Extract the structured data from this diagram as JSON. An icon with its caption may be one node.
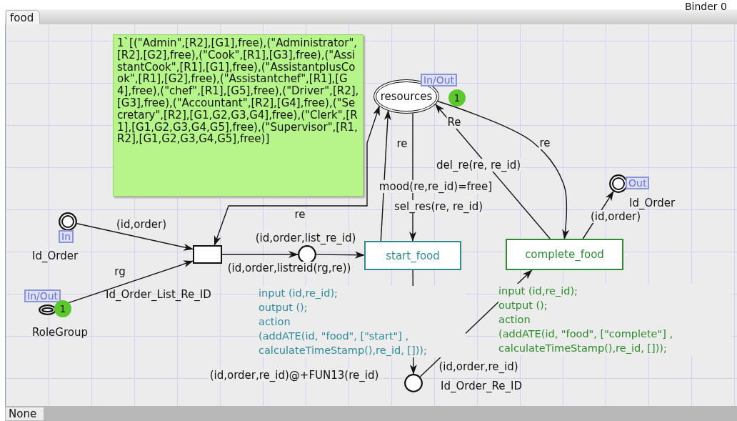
{
  "diagram": {
    "nodes": [
      {
        "text": [],
        "shape": "circle",
        "beside": [
          "In",
          "Id_Order"
        ]
      },
      {
        "text": [],
        "shape": "circle",
        "beside": [
          "In/Out",
          "1",
          "RoleGroup"
        ]
      },
      {
        "text": [],
        "shape": "box"
      },
      {
        "text": [],
        "shape": "circle"
      },
      {
        "text": [
          "resources"
        ],
        "beside": [
          "In/Out",
          "1"
        ]
      },
      {
        "text": [
          "start_food"
        ],
        "beside": [
          "input (id,re_id);",
          "output ();",
          "action",
          "(addATE(id, \"food\", [\"start\"] , calculateTimeStamp(),re_id, []));"
        ]
      },
      {
        "text": [
          "complete_food"
        ],
        "beside": [
          "input (id,re_id);",
          "output ();",
          "action",
          "(addATE(id, \"food\", [\"complete\"] , calculateTimeStamp(),re_id, []));"
        ]
      },
      {
        "text": [],
        "shape": "circle",
        "beside": [
          "Out",
          "Id_Order"
        ]
      },
      {
        "text": [],
        "shape": "circle",
        "beside": [
          "Id_Order_Re_ID"
        ]
      },
      {
        "text": [
          "1`[(\"Admin\",[R2],[G1],free),(\"Administrator\",[R2],[G2],free),(\"Cook\",[R1],[G3],free),(\"AssistantCook\",[R1],[G1],free),(\"AssistantplusCook\",[R1],[G2],free),(\"Assistantchef\",[R1],[G4],free),(\"chef\",[R1],[G5],free),(\"Driver\",[R2],[G3],free),(\"Accountant\",[R2],[G4],free),(\"Secretary\",[R2],[G1,G2,G3,G4],free),(\"Clerk\",[R1],[G1,G2,G3,G4,G5],free),(\"Supervisor\",[R1,R2],[G1,G2,G3,G4,G5],free)]"
        ]
      }
    ],
    "edges": [
      {
        "from": 0,
        "to": 2,
        "arrow": "to",
        "label": "(id,order)"
      },
      {
        "from": 1,
        "to": 2,
        "arrow": "to",
        "label": "rg"
      },
      {
        "from": 4,
        "to": 2,
        "arrow": "both",
        "label": "re"
      },
      {
        "from": 2,
        "to": 3,
        "arrow": "to",
        "label": "(id,order,listreid(rg,re))"
      },
      {
        "from": 3,
        "to": 5,
        "arrow": "to",
        "label": "(id,order,list_re_id)"
      },
      {
        "from": 5,
        "to": 4,
        "arrow": "to"
      },
      {
        "from": 4,
        "to": 5,
        "arrow": "to",
        "label": "re"
      },
      {
        "from": 6,
        "to": 4,
        "arrow": "to",
        "label": "del_re(re, re_id)"
      },
      {
        "from": 4,
        "to": 6,
        "arrow": "to",
        "label": "re"
      },
      {
        "from": 6,
        "to": 7,
        "arrow": "to",
        "label": "(id,order)"
      },
      {
        "from": 5,
        "to": 8,
        "arrow": "to",
        "label": "(id,order,re_id)@+FUN13(re_id)"
      },
      {
        "from": 8,
        "to": 6,
        "arrow": "to",
        "label": "(id,order,re_id)"
      }
    ],
    "labels": [
      "food",
      "Binder 0",
      "Re",
      "mood(re,re_id)=free]",
      "sel_res(re, re_id)",
      "Id_Order_List_Re_ID",
      "None"
    ]
  }
}
